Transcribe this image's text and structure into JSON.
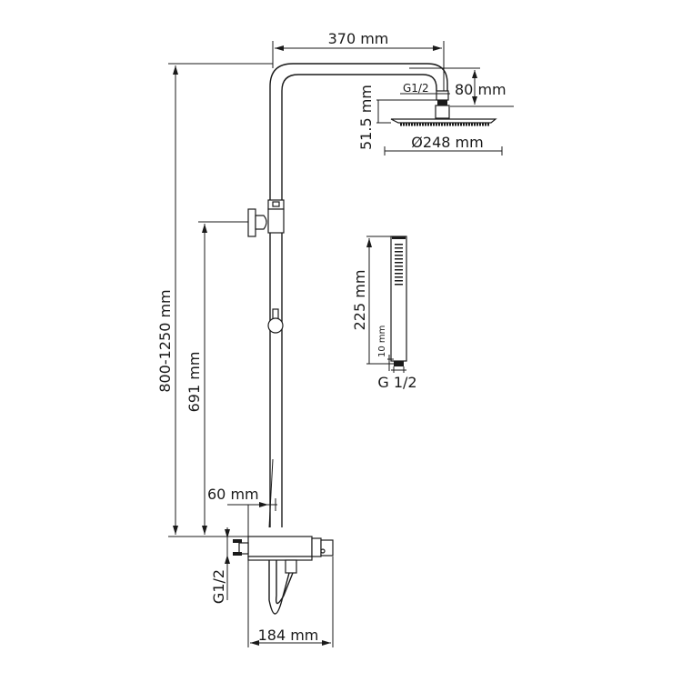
{
  "diagram": {
    "title": "Shower system dimension drawing",
    "line_color": "#1a1a1a",
    "background": "#ffffff"
  },
  "dimensions": {
    "arm_reach": "370 mm",
    "arm_drop": "80 mm",
    "head_connection": "G1/2",
    "head_height": "51.5 mm",
    "head_diameter": "Ø248 mm",
    "total_height": "800-1250 mm",
    "diverter_height": "691 mm",
    "wall_offset": "60 mm",
    "inlet_connection": "G1/2",
    "mixer_width": "184 mm",
    "hand_shower_length": "225 mm",
    "hand_shower_base": "10 mm",
    "hand_shower_connection": "G 1/2"
  },
  "components": [
    {
      "id": "overhead-shower-head",
      "label": "Overhead shower head"
    },
    {
      "id": "shower-arm",
      "label": "Shower arm"
    },
    {
      "id": "riser-rail",
      "label": "Riser rail"
    },
    {
      "id": "diverter-valve",
      "label": "Diverter valve"
    },
    {
      "id": "height-adjust-knob",
      "label": "Height adjustment knob"
    },
    {
      "id": "thermostatic-mixer",
      "label": "Thermostatic mixer"
    },
    {
      "id": "hand-shower",
      "label": "Hand shower"
    },
    {
      "id": "shower-hose",
      "label": "Shower hose"
    }
  ]
}
